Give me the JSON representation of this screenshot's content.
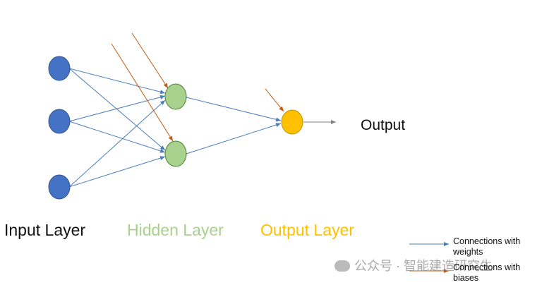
{
  "labels": {
    "input_layer": "Input Layer",
    "hidden_layer": "Hidden Layer",
    "output_layer": "Output Layer",
    "output": "Output"
  },
  "legend": {
    "weights": "Connections with weights",
    "biases": "Connections with biases"
  },
  "watermark": "公众号 · 智能建造研究生",
  "colors": {
    "input_node": "#4472C4",
    "hidden_node": "#A9D18E",
    "output_node": "#FFC000",
    "weight_line": "#4A7EBB",
    "bias_line": "#C55A11",
    "output_arrow": "#7F7F7F",
    "hidden_label": "#A9D18E",
    "output_layer_label": "#FFC000"
  }
}
